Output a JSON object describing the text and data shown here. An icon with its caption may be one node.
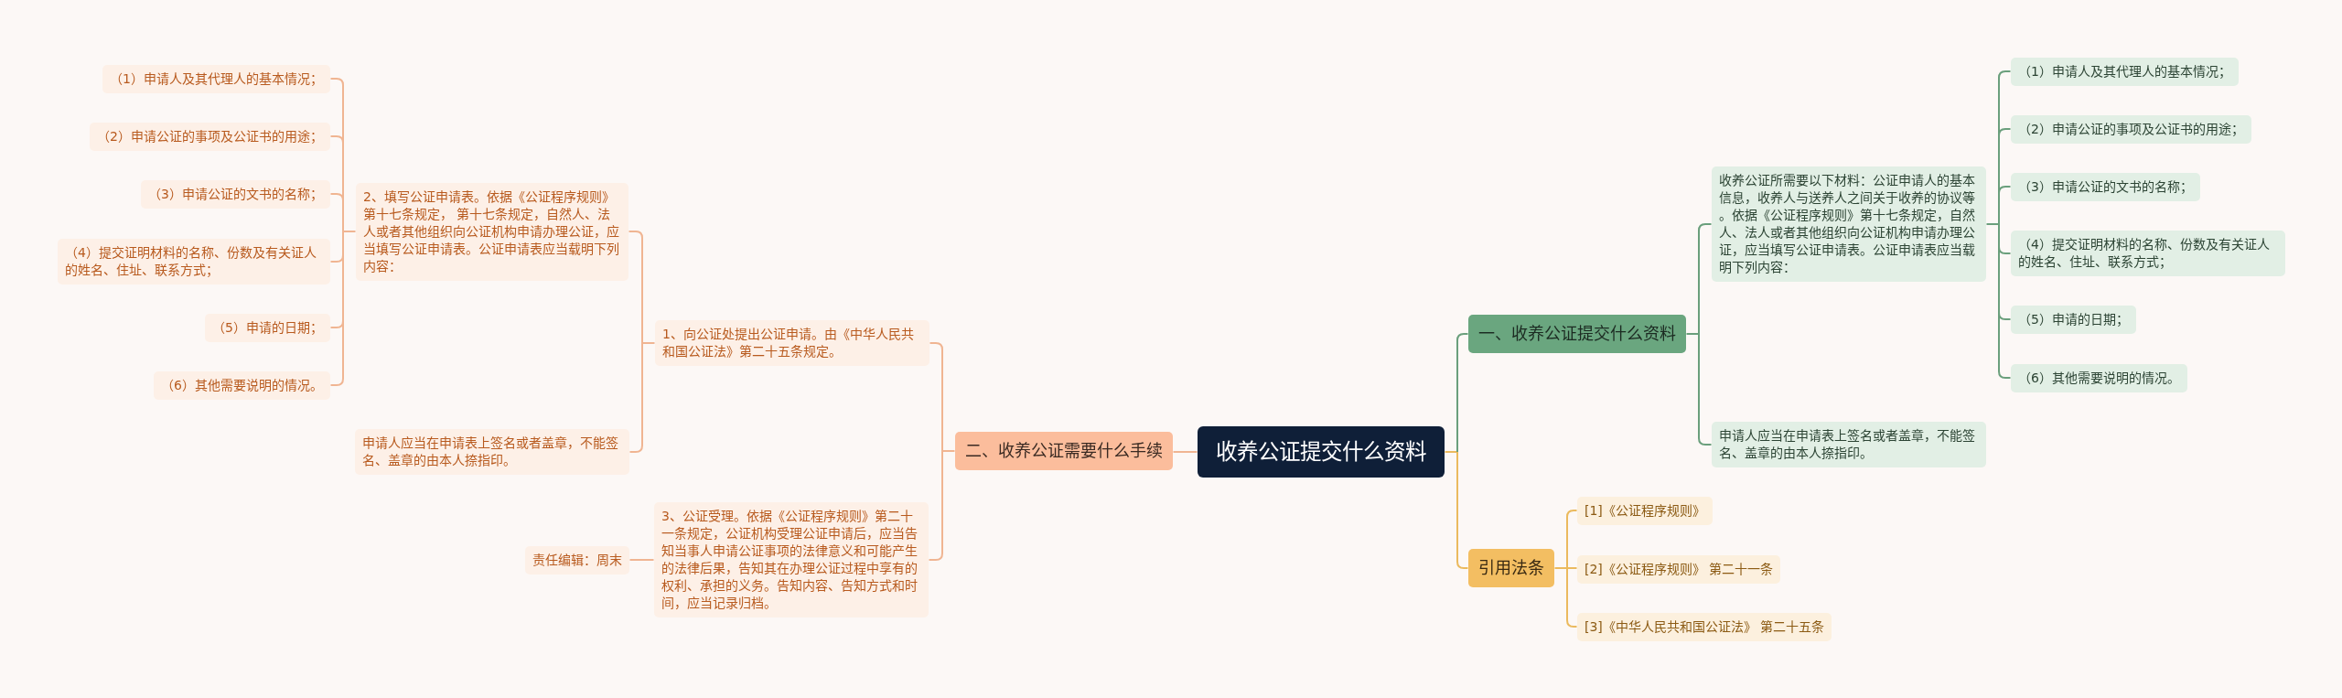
{
  "diagram": {
    "nodes": [
      {
        "text": [
          "收养公证提交什么资料"
        ]
      },
      {
        "text": [
          "一、收养公证提交什么资料"
        ]
      },
      {
        "text": [
          "收养公证所需要以下材料：公证申请人的基本信息，收养人与送养人之间关于收养的协议等。依据《公证程序规则》第十七条规定，自然人、法人或者其他组织向公证机构申请办理公证，应当填写公证申请表。公证申请表应当载明下列内容："
        ]
      },
      {
        "text": [
          "（1）申请人及其代理人的基本情况；"
        ]
      },
      {
        "text": [
          "（2）申请公证的事项及公证书的用途；"
        ]
      },
      {
        "text": [
          "（3）申请公证的文书的名称；"
        ]
      },
      {
        "text": [
          "（4）提交证明材料的名称、份数及有关证人的姓名、住址、联系方式；"
        ]
      },
      {
        "text": [
          "（5）申请的日期；"
        ]
      },
      {
        "text": [
          "（6）其他需要说明的情况。"
        ]
      },
      {
        "text": [
          "申请人应当在申请表上签名或者盖章，不能签名、盖章的由本人捺指印。"
        ]
      },
      {
        "text": [
          "引用法条"
        ]
      },
      {
        "text": [
          "[1]《公证程序规则》"
        ]
      },
      {
        "text": [
          "[2]《公证程序规则》 第二十一条"
        ]
      },
      {
        "text": [
          "[3]《中华人民共和国公证法》 第二十五条"
        ]
      },
      {
        "text": [
          "二、收养公证需要什么手续"
        ]
      },
      {
        "text": [
          "1、向公证处提出公证申请。由《中华人民共和国公证法》第二十五条规定。"
        ]
      },
      {
        "text": [
          "2、填写公证申请表。依据《公证程序规则》第十七条规定， 第十七条规定，自然人、法人或者其他组织向公证机构申请办理公证，应当填写公证申请表。公证申请表应当载明下列内容："
        ]
      },
      {
        "text": [
          "（1）申请人及其代理人的基本情况；"
        ]
      },
      {
        "text": [
          "（2）申请公证的事项及公证书的用途；"
        ]
      },
      {
        "text": [
          "（3）申请公证的文书的名称；"
        ]
      },
      {
        "text": [
          "（4）提交证明材料的名称、份数及有关证人的姓名、住址、联系方式；"
        ]
      },
      {
        "text": [
          "（5）申请的日期；"
        ]
      },
      {
        "text": [
          "（6）其他需要说明的情况。"
        ]
      },
      {
        "text": [
          "申请人应当在申请表上签名或者盖章，不能签名、盖章的由本人捺指印。"
        ]
      },
      {
        "text": [
          "3、公证受理。依据《公证程序规则》第二十一条规定，公证机构受理公证申请后，应当告知当事人申请公证事项的法律意义和可能产生的法律后果，告知其在办理公证过程中享有的权利、承担的义务。告知内容、告知方式和时间，应当记录归档。"
        ]
      },
      {
        "text": [
          "责任编辑：周末"
        ]
      }
    ],
    "edges": [
      {
        "from": 0,
        "to": 1,
        "arrow": "none",
        "color": "#6a9f7c"
      },
      {
        "from": 1,
        "to": 2,
        "arrow": "none",
        "color": "#6a9f7c"
      },
      {
        "from": 2,
        "to": 3,
        "arrow": "none",
        "color": "#6a9f7c"
      },
      {
        "from": 2,
        "to": 4,
        "arrow": "none",
        "color": "#6a9f7c"
      },
      {
        "from": 2,
        "to": 5,
        "arrow": "none",
        "color": "#6a9f7c"
      },
      {
        "from": 2,
        "to": 6,
        "arrow": "none",
        "color": "#6a9f7c"
      },
      {
        "from": 2,
        "to": 7,
        "arrow": "none",
        "color": "#6a9f7c"
      },
      {
        "from": 2,
        "to": 8,
        "arrow": "none",
        "color": "#6a9f7c"
      },
      {
        "from": 1,
        "to": 9,
        "arrow": "none",
        "color": "#6a9f7c"
      },
      {
        "from": 0,
        "to": 10,
        "arrow": "none",
        "color": "#ebba5e"
      },
      {
        "from": 10,
        "to": 11,
        "arrow": "none",
        "color": "#ebba5e"
      },
      {
        "from": 10,
        "to": 12,
        "arrow": "none",
        "color": "#ebba5e"
      },
      {
        "from": 10,
        "to": 13,
        "arrow": "none",
        "color": "#ebba5e"
      },
      {
        "from": 0,
        "to": 14,
        "arrow": "none"
      },
      {
        "from": 14,
        "to": 15,
        "arrow": "none"
      },
      {
        "from": 15,
        "to": 16,
        "arrow": "none"
      },
      {
        "from": 16,
        "to": 17,
        "arrow": "none"
      },
      {
        "from": 16,
        "to": 18,
        "arrow": "none"
      },
      {
        "from": 16,
        "to": 19,
        "arrow": "none"
      },
      {
        "from": 16,
        "to": 20,
        "arrow": "none"
      },
      {
        "from": 16,
        "to": 21,
        "arrow": "none"
      },
      {
        "from": 16,
        "to": 22,
        "arrow": "none"
      },
      {
        "from": 15,
        "to": 23,
        "arrow": "none"
      },
      {
        "from": 14,
        "to": 24,
        "arrow": "none"
      },
      {
        "from": 24,
        "to": 25,
        "arrow": "none"
      }
    ]
  }
}
